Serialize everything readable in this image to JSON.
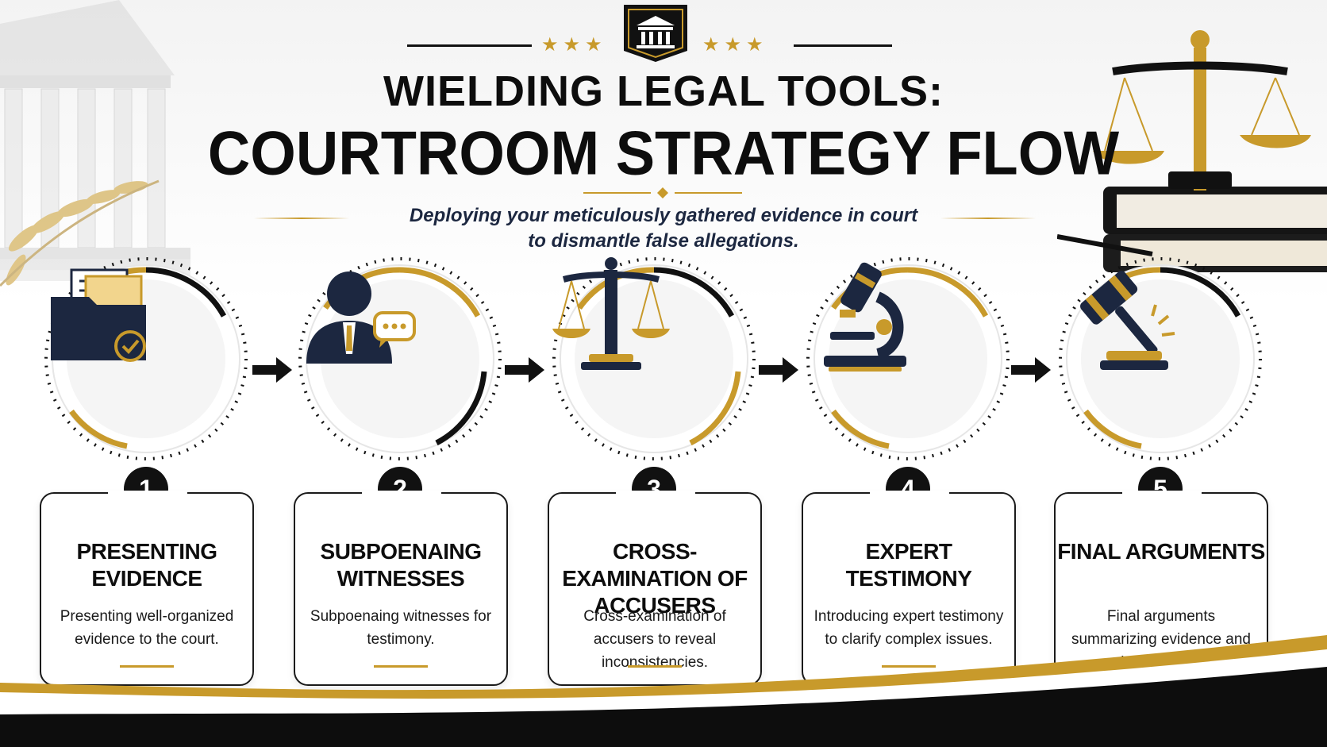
{
  "header": {
    "title_line1": "WIELDING LEGAL TOOLS:",
    "title_line2": "COURTROOM STRATEGY FLOW",
    "subtitle_line1": "Deploying your meticulously gathered evidence in court",
    "subtitle_line2": "to dismantle false allegations.",
    "stars_left": "★★★",
    "stars_right": "★★★",
    "emblem_icon": "courthouse-icon"
  },
  "colors": {
    "accent": "#c89a2b",
    "dark": "#111111",
    "navy": "#1c2740"
  },
  "steps": [
    {
      "number": "1",
      "title": "PRESENTING EVIDENCE",
      "description": "Presenting well-organized evidence to the court.",
      "icon": "folder-check-icon"
    },
    {
      "number": "2",
      "title": "SUBPOENAING WITNESSES",
      "description": "Subpoenaing witnesses for testimony.",
      "icon": "witness-speech-icon"
    },
    {
      "number": "3",
      "title": "CROSS-EXAMINATION OF ACCUSERS",
      "description": "Cross-examination of accusers to reveal inconsistencies.",
      "icon": "scales-icon"
    },
    {
      "number": "4",
      "title": "EXPERT TESTIMONY",
      "description": "Introducing expert testimony to clarify complex issues.",
      "icon": "microscope-icon"
    },
    {
      "number": "5",
      "title": "FINAL ARGUMENTS",
      "description": "Final arguments summarizing evidence and legal points.",
      "icon": "gavel-icon"
    }
  ]
}
